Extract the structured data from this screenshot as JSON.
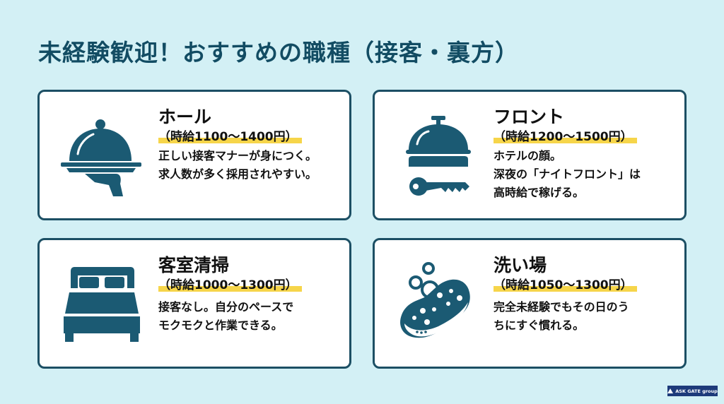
{
  "title": "未経験歓迎！おすすめの職種（接客・裏方）",
  "colors": {
    "background": "#d3f0f5",
    "title": "#124c63",
    "card_border": "#1c4f64",
    "icon": "#1b5a73",
    "highlight": "#f6d54a"
  },
  "cards": [
    {
      "job": "ホール",
      "wage": "（時給1100～1400円）",
      "desc": [
        "正しい接客マナーが身につく。",
        "求人数が多く採用されやすい。"
      ],
      "icon": "serving-cloche-icon"
    },
    {
      "job": "フロント",
      "wage": "（時給1200～1500円）",
      "desc": [
        "ホテルの顔。",
        "深夜の「ナイトフロント」は",
        "高時給で稼げる。"
      ],
      "icon": "bell-and-key-icon"
    },
    {
      "job": "客室清掃",
      "wage": "（時給1000～1300円）",
      "desc": [
        "接客なし。自分のペースで",
        "モクモクと作業できる。"
      ],
      "icon": "bed-icon"
    },
    {
      "job": "洗い場",
      "wage": "（時給1050～1300円）",
      "desc": [
        "完全未経験でもその日のう",
        "ちにすぐ慣れる。"
      ],
      "icon": "sponge-icon"
    }
  ],
  "logo": {
    "text": "ASK GATE group"
  }
}
